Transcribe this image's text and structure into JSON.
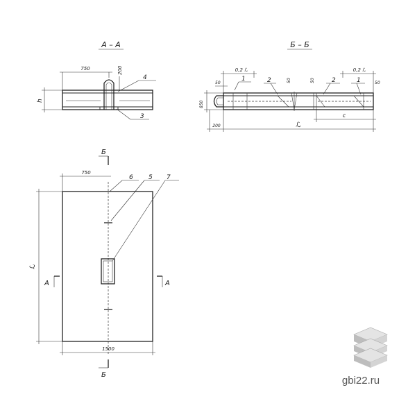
{
  "sections": {
    "aa": {
      "title": "А – А",
      "dim_750": "750",
      "dim_200": "200",
      "dim_h": "h",
      "callout_3": "3",
      "callout_4": "4"
    },
    "bb": {
      "title": "Б – Б",
      "dim_02l_left": "0,2 ℒ",
      "dim_02l_right": "0,2 ℒ",
      "dim_50_a": "50",
      "dim_50_b": "50",
      "dim_50_c": "50",
      "dim_50_d": "50",
      "dim_850": "850",
      "dim_200": "200",
      "dim_l": "ℒ",
      "dim_c": "c",
      "callout_1a": "1",
      "callout_2a": "2",
      "callout_2b": "2",
      "callout_1b": "1"
    }
  },
  "plan": {
    "marker_b_top": "Б",
    "marker_b_bottom": "Б",
    "marker_a_left": "А",
    "marker_a_right": "А",
    "dim_750": "750",
    "dim_1500": "1500",
    "dim_l": "ℒ",
    "callout_5": "5",
    "callout_6": "6",
    "callout_7": "7"
  },
  "watermark": {
    "site": "gbi22.ru",
    "logo": "stacked-slabs-logo"
  }
}
